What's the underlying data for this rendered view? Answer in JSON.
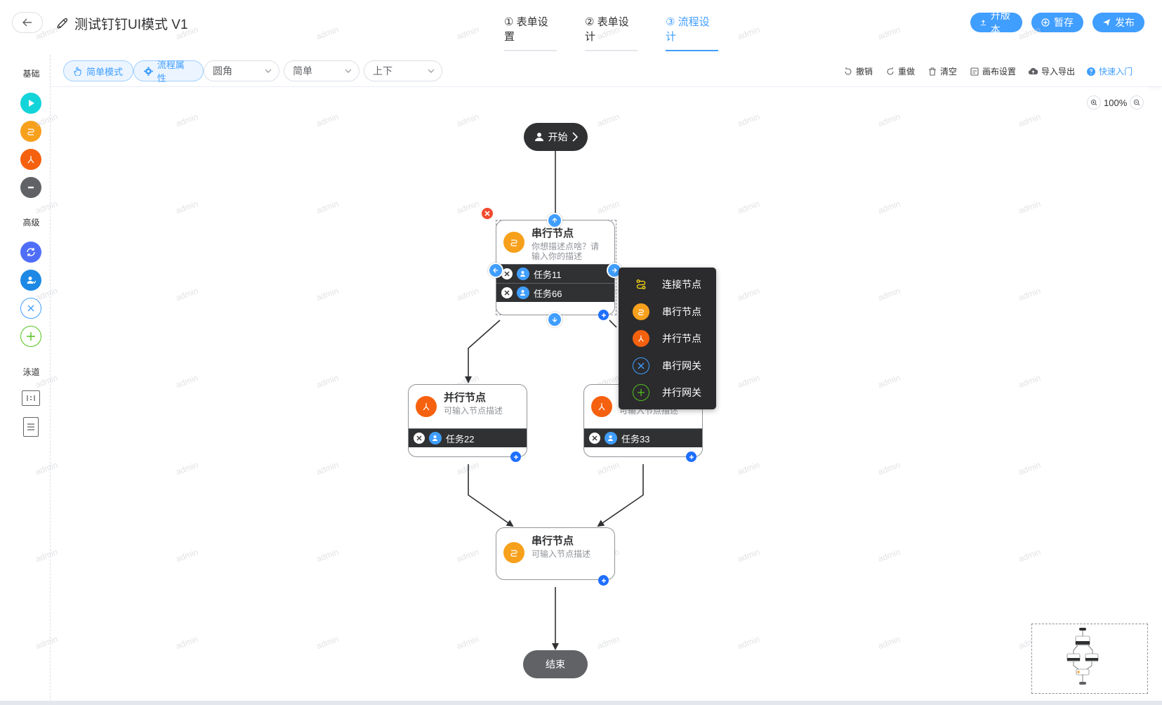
{
  "header": {
    "title": "测试钉钉UI模式 V1",
    "steps": [
      {
        "label": "① 表单设置"
      },
      {
        "label": "② 表单设计"
      },
      {
        "label": "③ 流程设计"
      }
    ],
    "buttons": {
      "upgrade": "升版本",
      "draft": "暂存",
      "publish": "发布"
    }
  },
  "palette": {
    "groups": {
      "basic": "基础",
      "advanced": "高级",
      "lane": "泳道"
    }
  },
  "toolbar": {
    "simple_mode": "简单模式",
    "flow_props": "流程属性",
    "selects": {
      "corner": "圆角",
      "style": "简单",
      "direction": "上下"
    },
    "actions": {
      "undo": "撤销",
      "redo": "重做",
      "clear": "清空",
      "canvas_settings": "画布设置",
      "import_export": "导入导出",
      "quick_start": "快速入门"
    }
  },
  "canvas": {
    "zoom": "100%",
    "watermark": "admin",
    "start": {
      "label": "开始"
    },
    "end": {
      "label": "结束"
    },
    "serial_node_1": {
      "title": "串行节点",
      "desc_line1": "你想描述点啥？请",
      "desc_line2": "输入你的描述",
      "tasks": [
        "任务11",
        "任务66"
      ]
    },
    "parallel_node_1": {
      "title": "并行节点",
      "desc": "可输入节点描述",
      "tasks": [
        "任务22"
      ]
    },
    "parallel_node_2": {
      "desc": "可输入节点描述",
      "tasks": [
        "任务33"
      ]
    },
    "serial_node_2": {
      "title": "串行节点",
      "desc": "可输入节点描述"
    }
  },
  "context_menu": {
    "items": [
      "连接节点",
      "串行节点",
      "并行节点",
      "串行网关",
      "并行网关"
    ]
  },
  "colors": {
    "primary": "#409eff",
    "serial": "#f7a01c",
    "parallel": "#f5610f",
    "dark": "#303133",
    "start": "#13d4d9",
    "loop": "#4f6ef7",
    "gateway_serial": "#409eff",
    "gateway_parallel": "#52c41a"
  }
}
